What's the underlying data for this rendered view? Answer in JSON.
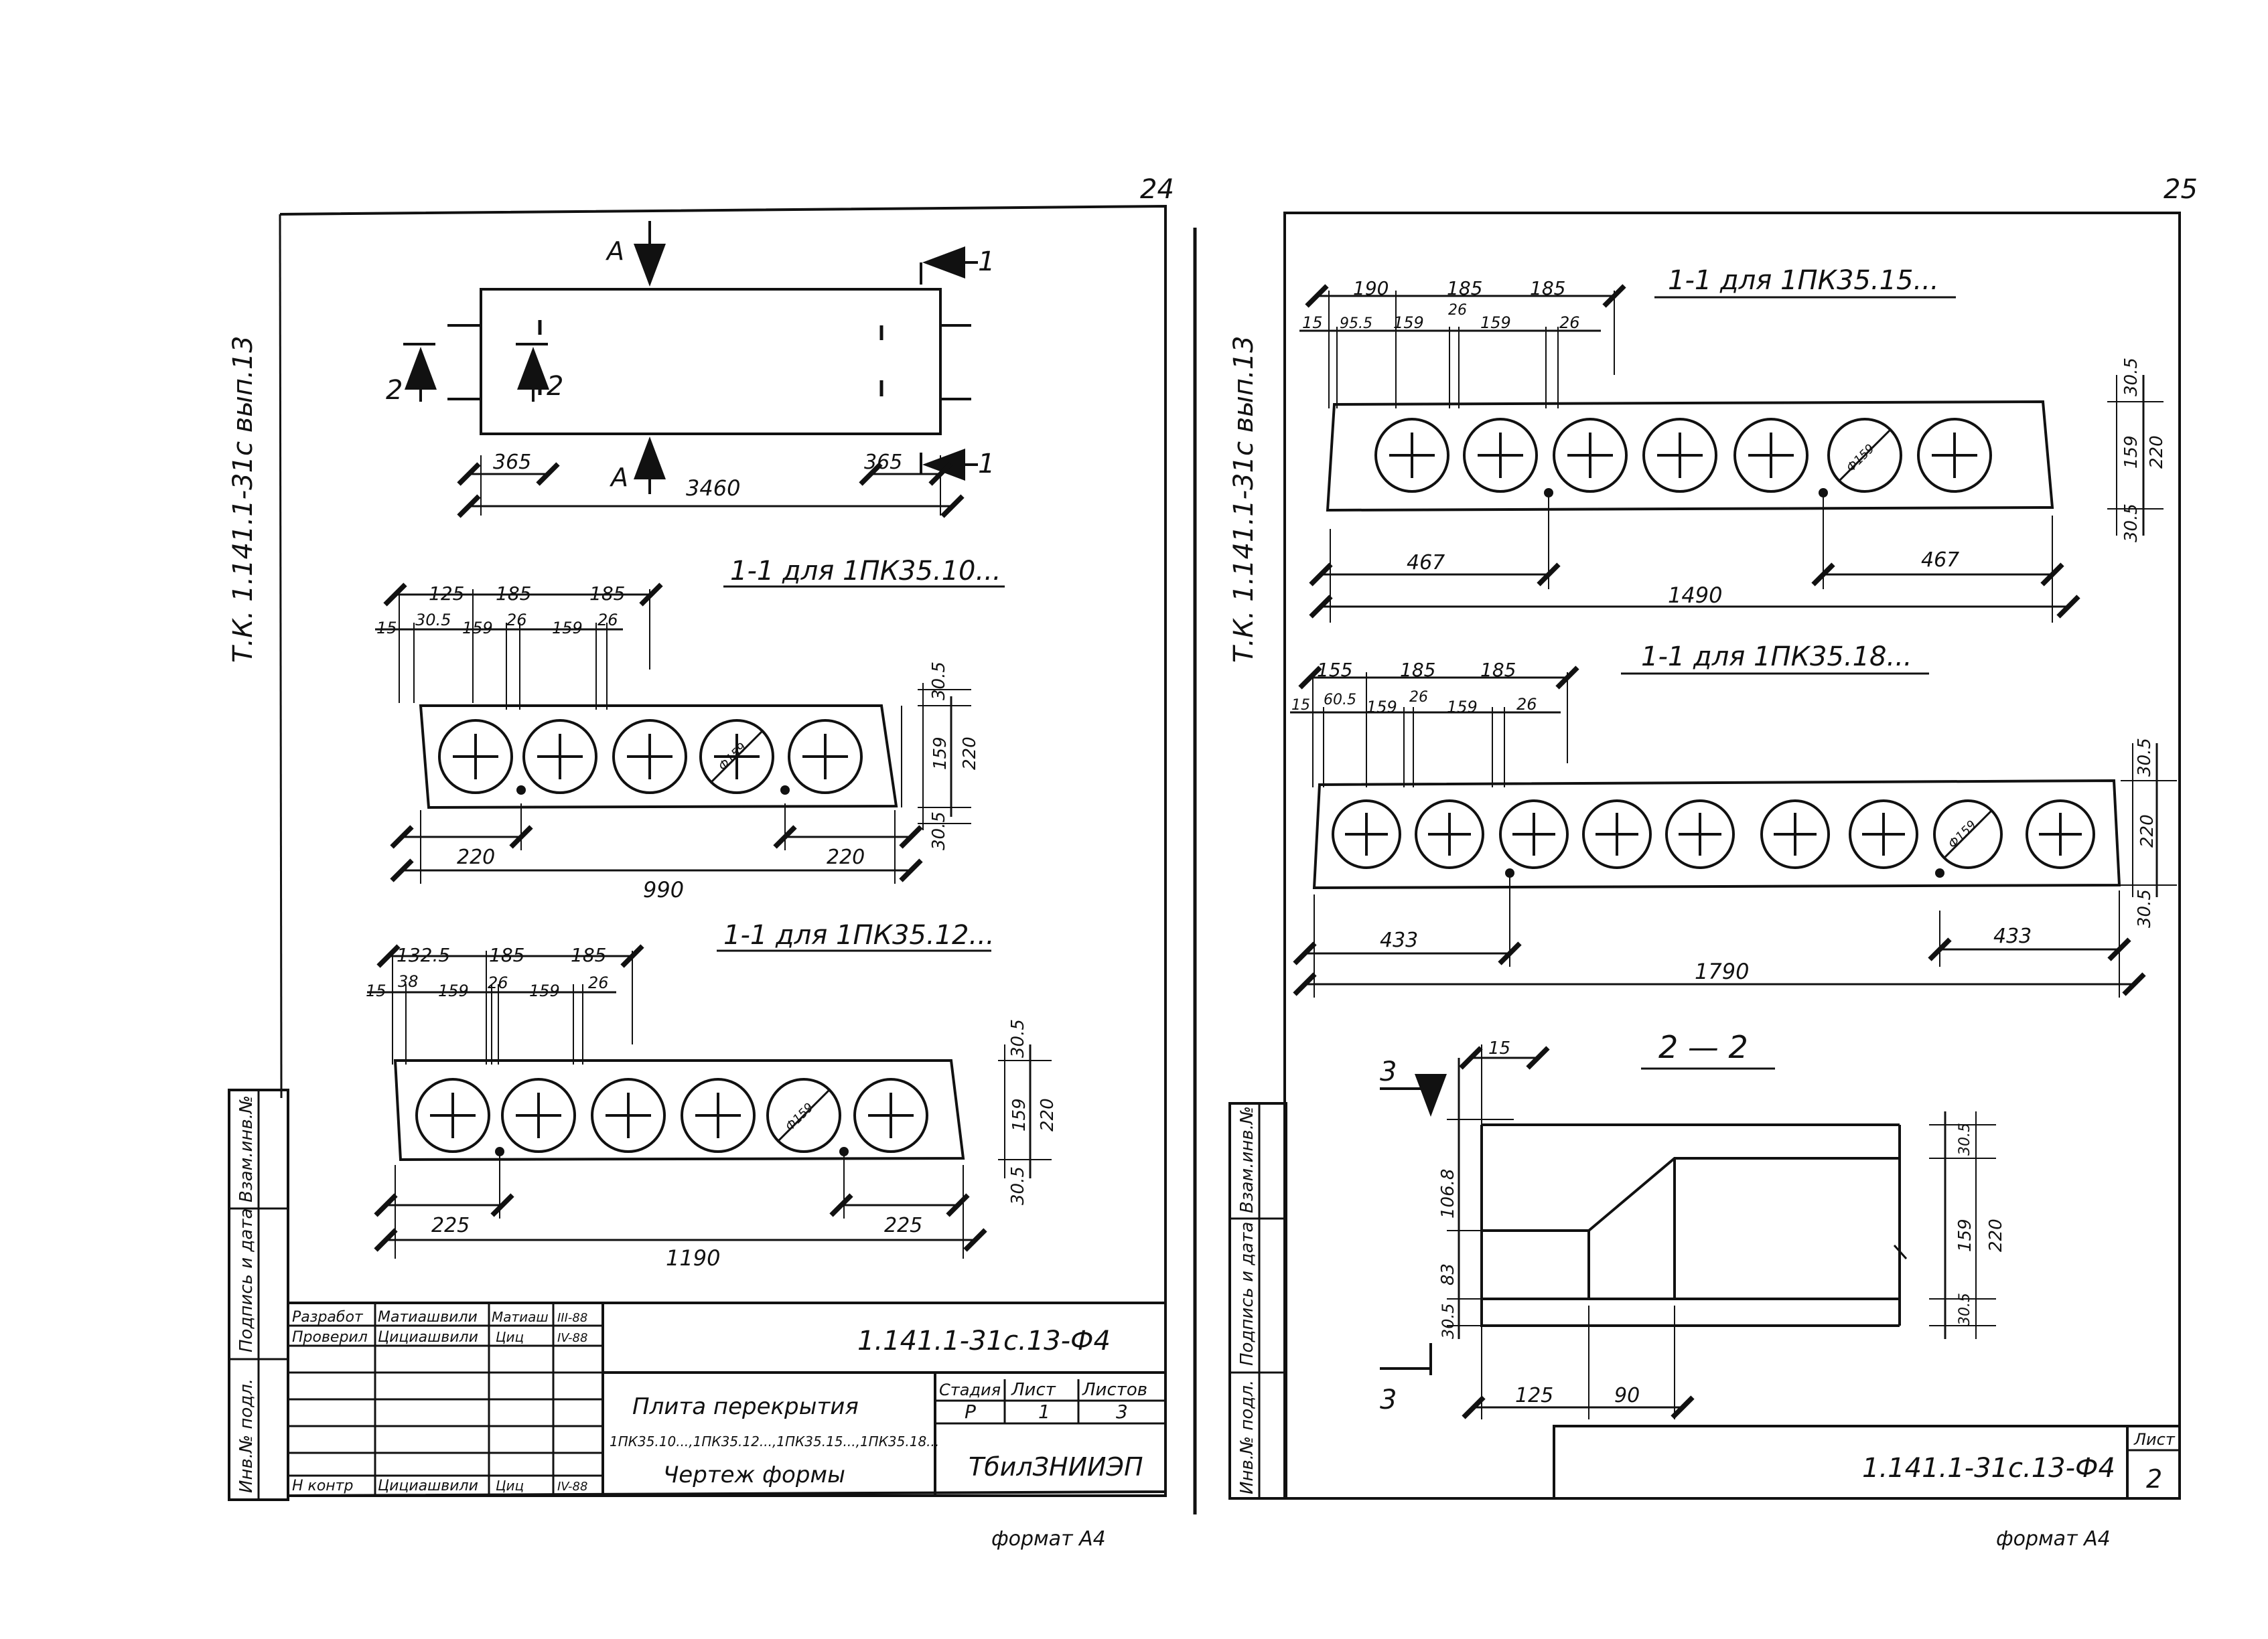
{
  "left_sheet": {
    "page_number": "24",
    "side_code": "Т.К. 1.141.1-31с вып.13",
    "plan": {
      "label_a_top": "A",
      "label_a_bottom": "A",
      "section_1_top": "1",
      "section_1_bottom": "1",
      "section_2_left": "2",
      "section_2_right": "2",
      "dim_365_left": "365",
      "dim_365_right": "365",
      "dim_total": "3460"
    },
    "section_1pk3510": {
      "title": "1-1  для 1ПК35.10...",
      "top_dims": [
        "125",
        "185",
        "185"
      ],
      "sub_dims": [
        "15",
        "30.5",
        "159",
        "26",
        "159",
        "26"
      ],
      "right_dims": [
        "30.5",
        "159",
        "220",
        "30.5"
      ],
      "bottom_dims": [
        "220",
        "220"
      ],
      "total": "990",
      "hole_label": "Ф159"
    },
    "section_1pk3512": {
      "title": "1-1  для 1ПК35.12...",
      "top_dims": [
        "132.5",
        "185",
        "185"
      ],
      "sub_dims": [
        "15",
        "38",
        "159",
        "26",
        "159",
        "26"
      ],
      "right_dims": [
        "30.5",
        "159",
        "220",
        "30.5"
      ],
      "bottom_dims": [
        "225",
        "225"
      ],
      "total": "1190",
      "hole_label": "Ф159"
    },
    "stamp_side": [
      "Инв.№ подл.",
      "Подпись и дата",
      "Взам.инв.№"
    ],
    "title_block": {
      "code": "1.141.1-31с.13-Ф4",
      "rows": [
        {
          "role": "Разработ",
          "name": "Матиашвили",
          "sign": "Матиаш",
          "date": "III-88"
        },
        {
          "role": "Проверил",
          "name": "Цициашвили",
          "sign": "Циц",
          "date": "IV-88"
        },
        {
          "role": "Н контр",
          "name": "Цициашвили",
          "sign": "Циц",
          "date": "IV-88"
        }
      ],
      "name_line1": "Плита перекрытия",
      "name_line2": "1ПК35.10...,1ПК35.12...,1ПК35.15...,1ПК35.18...",
      "name_line3": "Чертеж формы",
      "stage_head": "Стадия",
      "sheet_head": "Лист",
      "sheets_head": "Листов",
      "stage": "Р",
      "sheet": "1",
      "sheets": "3",
      "org": "ТбилЗНИИЭП"
    },
    "format": "формат А4"
  },
  "right_sheet": {
    "page_number": "25",
    "side_code": "Т.К. 1.141.1-31с вып.13",
    "section_1pk3515": {
      "title": "1-1  для 1ПК35.15...",
      "top_dims": [
        "190",
        "185",
        "185"
      ],
      "sub_dims": [
        "15",
        "95.5",
        "159",
        "26",
        "159",
        "26"
      ],
      "right_dims": [
        "30.5",
        "159",
        "220",
        "30.5"
      ],
      "bottom_dims": [
        "467",
        "467"
      ],
      "total": "1490",
      "hole_label": "Ф159"
    },
    "section_1pk3518": {
      "title": "1-1  для 1ПК35.18...",
      "top_dims": [
        "155",
        "185",
        "185"
      ],
      "sub_dims": [
        "15",
        "60.5",
        "159",
        "26",
        "159",
        "26"
      ],
      "right_dims": [
        "30.5",
        "220",
        "30.5"
      ],
      "bottom_dims": [
        "433",
        "433"
      ],
      "total": "1790",
      "hole_label": "Ф159"
    },
    "section_22": {
      "title": "2 — 2",
      "cut_label_top": "3",
      "cut_label_bottom": "3",
      "dim_top": "15",
      "left_dims": [
        "106.8",
        "83",
        "30.5"
      ],
      "right_dims": [
        "30.5",
        "159",
        "220",
        "30.5"
      ],
      "bottom_dims": [
        "125",
        "90"
      ]
    },
    "stamp_side": [
      "Инв.№ подл.",
      "Подпись и дата",
      "Взам.инв.№"
    ],
    "title_block": {
      "code": "1.141.1-31с.13-Ф4",
      "sheet_head": "Лист",
      "sheet": "2"
    },
    "format": "формат А4"
  }
}
